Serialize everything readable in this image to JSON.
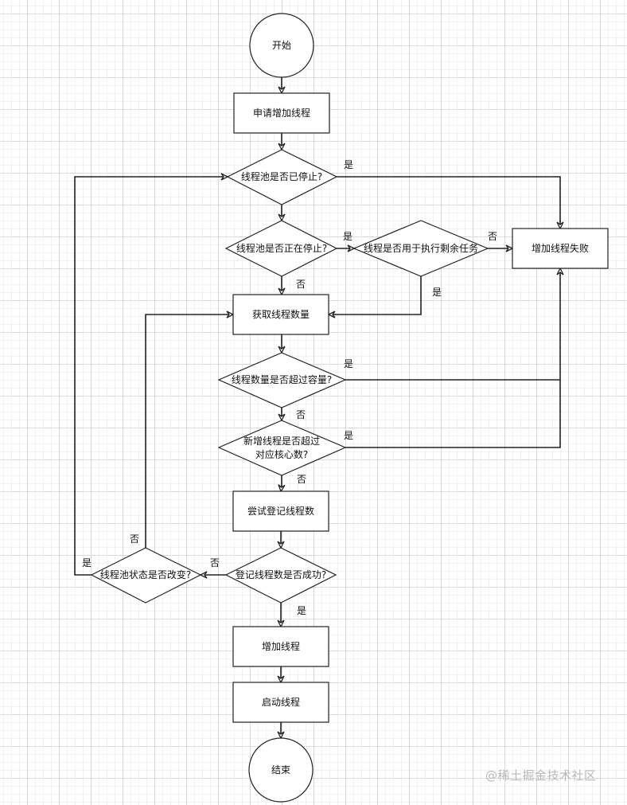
{
  "diagram": {
    "type": "flowchart",
    "nodes": {
      "start": {
        "label": "开始",
        "shape": "circle"
      },
      "request": {
        "label": "申请增加线程",
        "shape": "rect"
      },
      "is_stopped": {
        "label": "线程池是否已停止?",
        "shape": "diamond"
      },
      "is_stopping": {
        "label": "线程池是否正在停止?",
        "shape": "diamond"
      },
      "for_remaining": {
        "label": "线程是否用于执行剩余任务",
        "shape": "diamond"
      },
      "fail": {
        "label": "增加线程失败",
        "shape": "rect"
      },
      "get_count": {
        "label": "获取线程数量",
        "shape": "rect"
      },
      "over_capacity": {
        "label": "线程数量是否超过容量?",
        "shape": "diamond"
      },
      "over_core_1": {
        "label": "新增线程是否超过",
        "shape": "diamond"
      },
      "over_core_2": {
        "label": "对应核心数?"
      },
      "try_register": {
        "label": "尝试登记线程数",
        "shape": "rect"
      },
      "register_ok": {
        "label": "登记线程数是否成功?",
        "shape": "diamond"
      },
      "state_changed": {
        "label": "线程池状态是否改变?",
        "shape": "diamond"
      },
      "add_thread": {
        "label": "增加线程",
        "shape": "rect"
      },
      "start_thread": {
        "label": "启动线程",
        "shape": "rect"
      },
      "end": {
        "label": "结束",
        "shape": "circle"
      }
    },
    "edge_labels": {
      "stopped_yes": "是",
      "stopping_yes": "是",
      "stopping_no": "否",
      "remaining_no": "否",
      "remaining_yes": "是",
      "capacity_yes": "是",
      "capacity_no": "否",
      "core_yes": "是",
      "core_no": "否",
      "register_no": "否",
      "register_yes": "是",
      "changed_yes": "是",
      "changed_no": "否"
    },
    "edges": [
      {
        "from": "start",
        "to": "request"
      },
      {
        "from": "request",
        "to": "is_stopped"
      },
      {
        "from": "is_stopped",
        "to": "fail",
        "label": "是"
      },
      {
        "from": "is_stopped",
        "to": "is_stopping"
      },
      {
        "from": "is_stopping",
        "to": "for_remaining",
        "label": "是"
      },
      {
        "from": "is_stopping",
        "to": "get_count",
        "label": "否"
      },
      {
        "from": "for_remaining",
        "to": "fail",
        "label": "否"
      },
      {
        "from": "for_remaining",
        "to": "get_count",
        "label": "是"
      },
      {
        "from": "get_count",
        "to": "over_capacity"
      },
      {
        "from": "over_capacity",
        "to": "fail",
        "label": "是"
      },
      {
        "from": "over_capacity",
        "to": "over_core",
        "label": "否"
      },
      {
        "from": "over_core",
        "to": "fail",
        "label": "是"
      },
      {
        "from": "over_core",
        "to": "try_register",
        "label": "否"
      },
      {
        "from": "try_register",
        "to": "register_ok"
      },
      {
        "from": "register_ok",
        "to": "state_changed",
        "label": "否"
      },
      {
        "from": "register_ok",
        "to": "add_thread",
        "label": "是"
      },
      {
        "from": "state_changed",
        "to": "is_stopped",
        "label": "是"
      },
      {
        "from": "state_changed",
        "to": "get_count",
        "label": "否"
      },
      {
        "from": "add_thread",
        "to": "start_thread"
      },
      {
        "from": "start_thread",
        "to": "end"
      }
    ]
  },
  "watermark": "@稀土掘金技术社区"
}
